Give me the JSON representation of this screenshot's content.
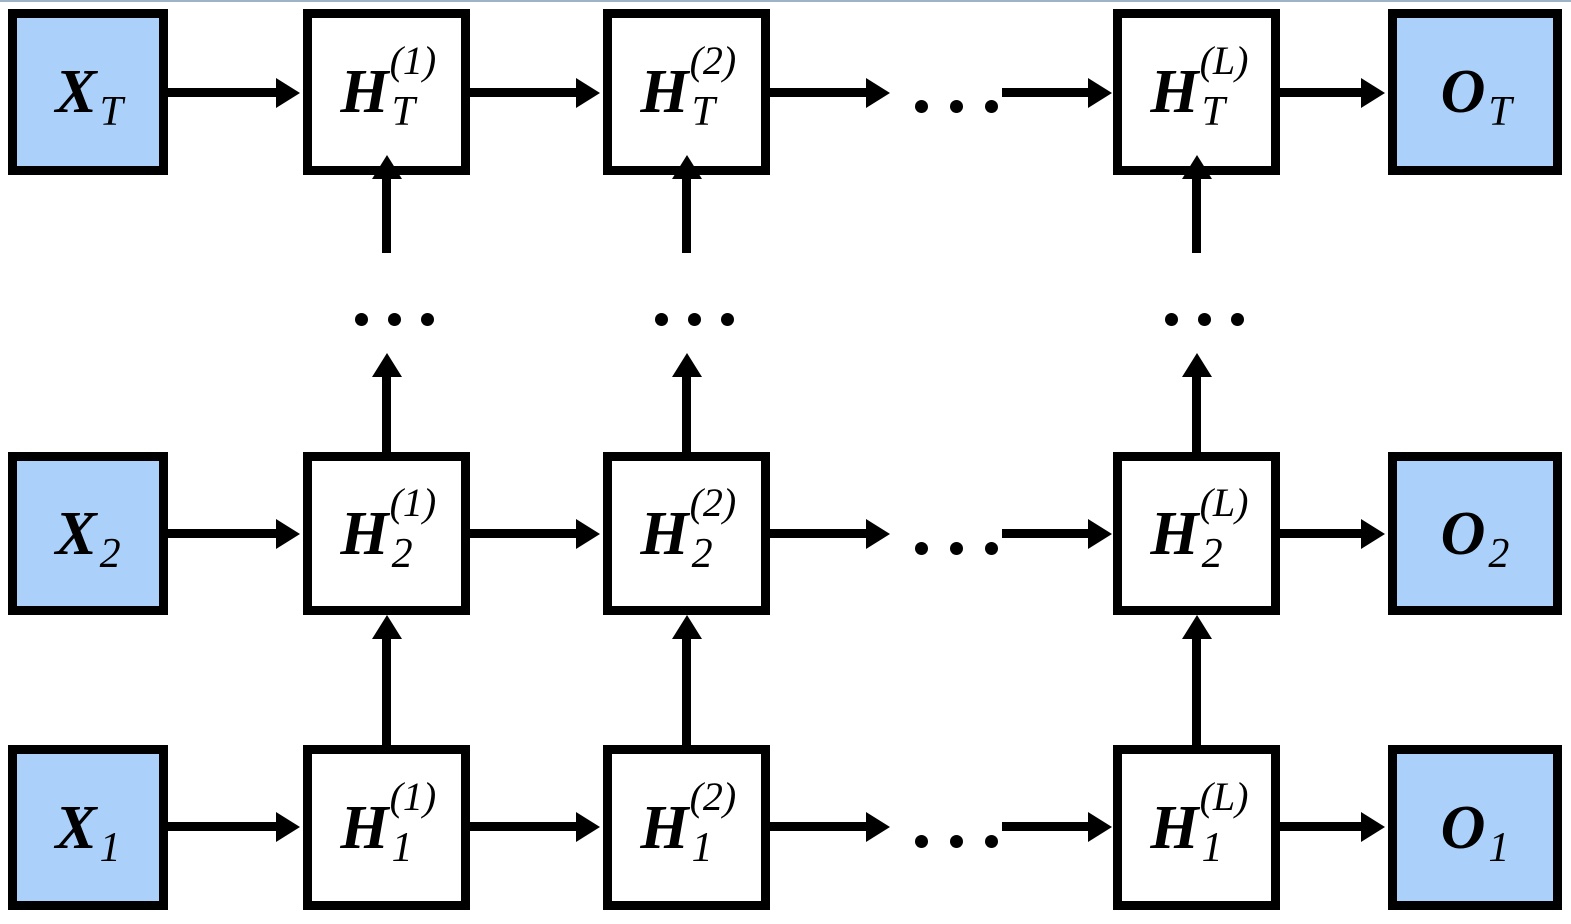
{
  "figure": {
    "title": "Deep (stacked) recurrent neural network unrolled over time",
    "colors": {
      "io_fill": "#abd1fb",
      "hidden_fill": "#ffffff",
      "stroke": "#000000",
      "background": "#ffffff"
    },
    "ellipsis": "···"
  },
  "rows": [
    {
      "id": "row-T",
      "time_step": "T",
      "input": {
        "base": "X",
        "sub": "T",
        "sup": ""
      },
      "hidden": [
        {
          "base": "H",
          "sub": "T",
          "sup": "(1)"
        },
        {
          "base": "H",
          "sub": "T",
          "sup": "(2)"
        },
        {
          "base": "H",
          "sub": "T",
          "sup": "(L)"
        }
      ],
      "output": {
        "base": "O",
        "sub": "T",
        "sup": ""
      }
    },
    {
      "id": "row-2",
      "time_step": "2",
      "input": {
        "base": "X",
        "sub": "2",
        "sup": ""
      },
      "hidden": [
        {
          "base": "H",
          "sub": "2",
          "sup": "(1)"
        },
        {
          "base": "H",
          "sub": "2",
          "sup": "(2)"
        },
        {
          "base": "H",
          "sub": "2",
          "sup": "(L)"
        }
      ],
      "output": {
        "base": "O",
        "sub": "2",
        "sup": ""
      }
    },
    {
      "id": "row-1",
      "time_step": "1",
      "input": {
        "base": "X",
        "sub": "1",
        "sup": ""
      },
      "hidden": [
        {
          "base": "H",
          "sub": "1",
          "sup": "(1)"
        },
        {
          "base": "H",
          "sub": "1",
          "sup": "(2)"
        },
        {
          "base": "H",
          "sub": "1",
          "sup": "(L)"
        }
      ],
      "output": {
        "base": "O",
        "sub": "1",
        "sup": ""
      }
    }
  ]
}
